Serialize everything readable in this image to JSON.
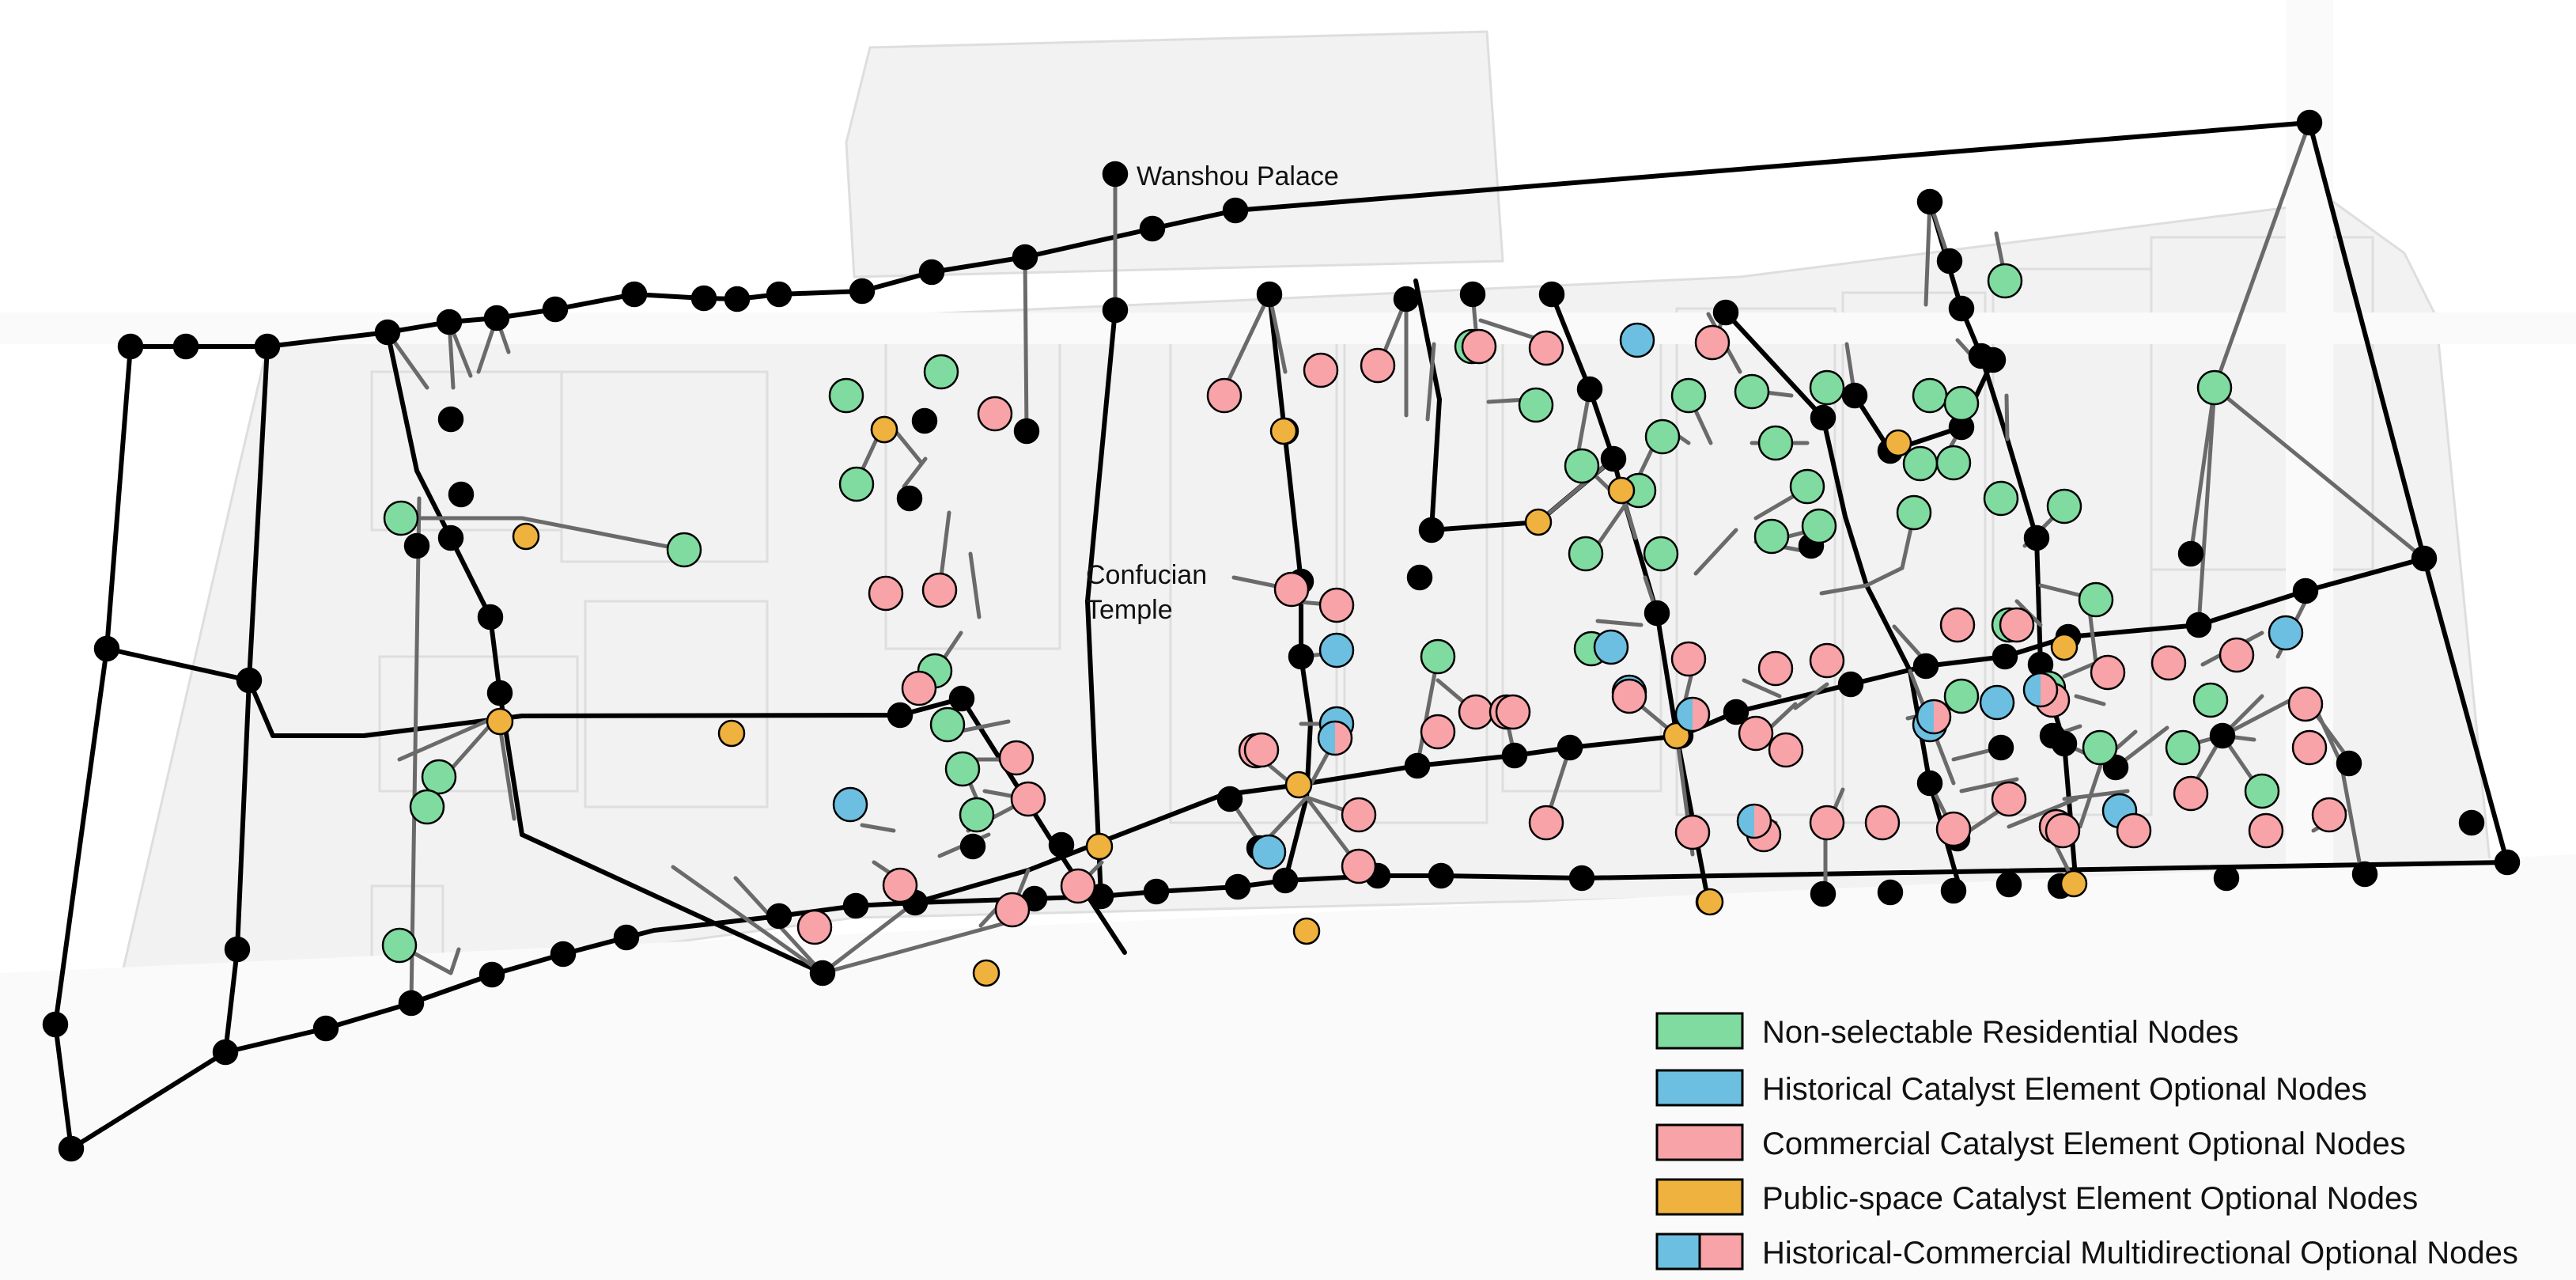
{
  "labels": {
    "wanshou_palace": "Wanshou Palace",
    "confucian_temple_line1": "Confucian",
    "confucian_temple_line2": "Temple"
  },
  "legend": [
    {
      "key": "residential",
      "label": "Non-selectable Residential Nodes",
      "color": "#7fdb9f"
    },
    {
      "key": "historical",
      "label": "Historical Catalyst Element Optional Nodes",
      "color": "#6cbfe0"
    },
    {
      "key": "commercial",
      "label": "Commercial Catalyst Element Optional Nodes",
      "color": "#f7a3a8"
    },
    {
      "key": "public",
      "label": "Public-space Catalyst Element Optional Nodes",
      "color": "#f0b23e"
    },
    {
      "key": "mixed",
      "label": "Historical-Commercial Multidirectional Optional Nodes",
      "color": "#6cbfe0",
      "color2": "#f7a3a8"
    }
  ],
  "colors": {
    "junction": "#000000",
    "residential": "#7fdb9f",
    "historical": "#6cbfe0",
    "commercial": "#f7a3a8",
    "public": "#f0b23e",
    "road": "#000000",
    "branch": "#6a6a6a",
    "basemap": "#f1f1f1"
  }
}
